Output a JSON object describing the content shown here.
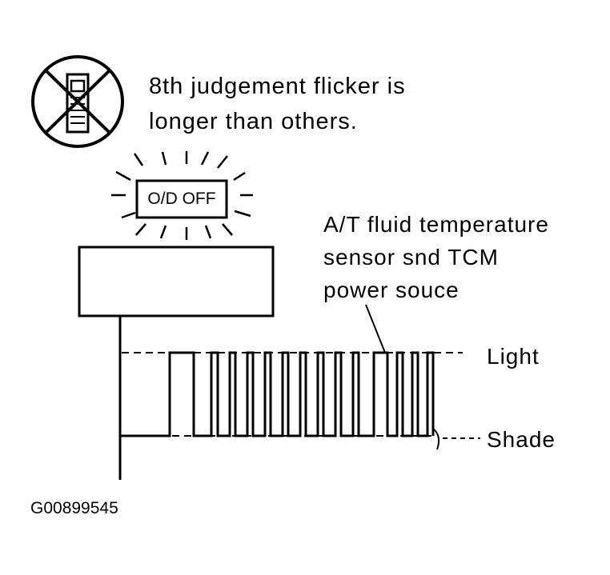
{
  "note": {
    "line1": "8th judgement flicker is",
    "line2": "longer than others."
  },
  "lamp": {
    "label": "O/D OFF"
  },
  "callout": {
    "line1": "A/T fluid temperature",
    "line2": "sensor snd TCM",
    "line3": "power souce"
  },
  "levels": {
    "high": "Light",
    "low": "Shade"
  },
  "figure_id": "G00899545",
  "icons": {
    "prohibition": "no-shift-lever-icon",
    "lamp_glow": "lamp-flash-icon"
  }
}
